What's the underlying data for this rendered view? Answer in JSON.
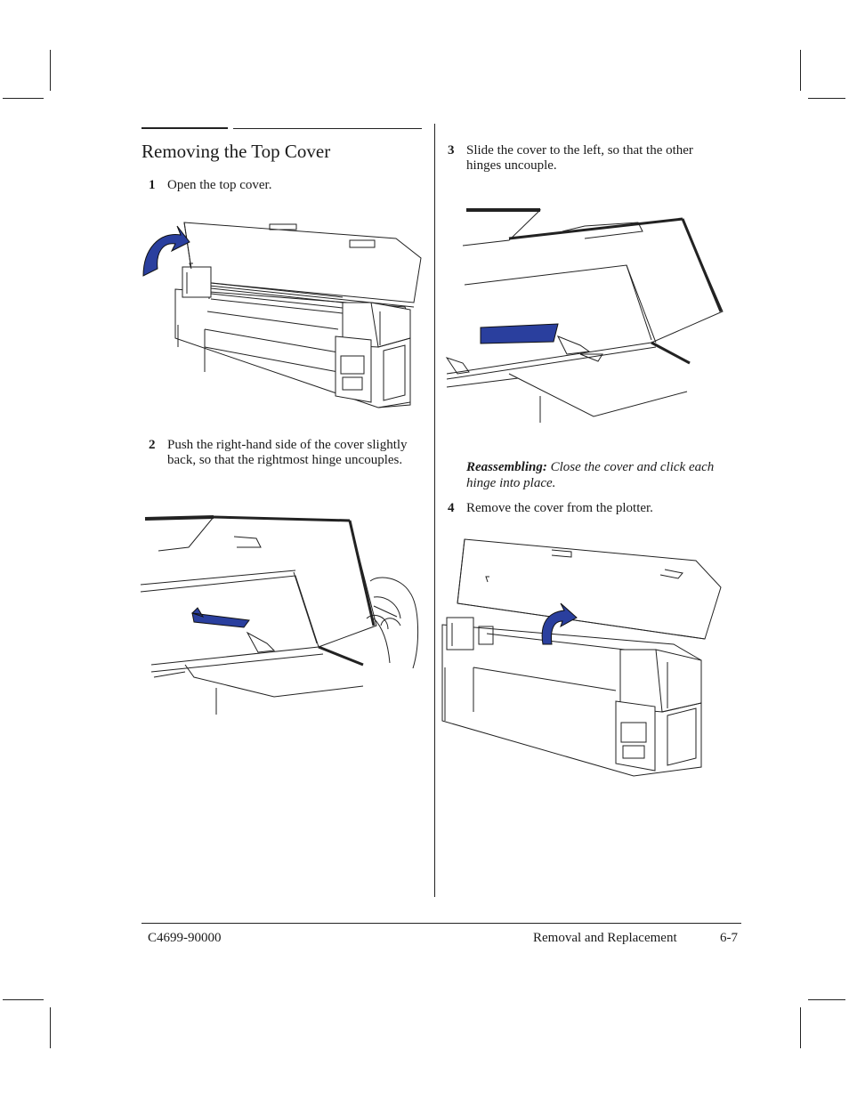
{
  "section": {
    "title": "Removing the Top Cover"
  },
  "steps": [
    {
      "number": "1",
      "text": "Open the top cover."
    },
    {
      "number": "2",
      "text": "Push the right-hand side of the cover slightly back, so that the rightmost hinge uncouples."
    },
    {
      "number": "3",
      "text": "Slide the cover to the left, so that the other hinges uncouple."
    },
    {
      "number": "4",
      "text": "Remove the cover from the plotter."
    }
  ],
  "note": {
    "label": "Reassembling:",
    "text": "Close the cover and click each hinge into place."
  },
  "footer": {
    "doc_number": "C4699-90000",
    "chapter": "Removal and Replacement",
    "page": "6-7"
  },
  "colors": {
    "arrow": "#2a3f9e",
    "line": "#222222"
  },
  "figures": [
    {
      "name": "figure-open-cover"
    },
    {
      "name": "figure-push-cover"
    },
    {
      "name": "figure-slide-cover"
    },
    {
      "name": "figure-remove-cover"
    }
  ]
}
